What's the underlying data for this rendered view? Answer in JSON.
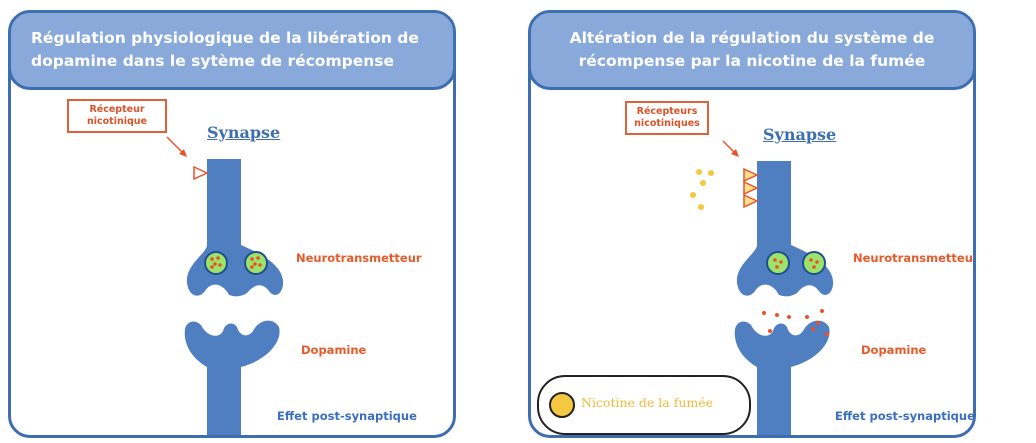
{
  "left_panel": {
    "title": "Régulation physiologique de la libération de dopamine dans le sytème de récompense",
    "receptor_label": "Récepteur nicotinique",
    "synapse_label": "Synapse",
    "neurotransmitter_label": "Neurotransmetteur",
    "dopamine_label": "Dopamine",
    "effect_label": "Effet post-synaptique"
  },
  "right_panel": {
    "title": "Altération de la régulation du système de récompense par la nicotine de la fumée",
    "receptor_label": "Récepteurs nicotiniques",
    "synapse_label": "Synapse",
    "neurotransmitter_label": "Neurotransmetteur",
    "dopamine_label": "Dopamine",
    "effect_label": "Effet post-synaptique",
    "legend_label": "Nicotine de la fumée"
  },
  "colors": {
    "neuron": "#4f7fc0",
    "header_bg": "#89a9da",
    "border": "#3d6fb0",
    "vesicle": "#9be36a",
    "dopamine_dot": "#e8542a",
    "nicotine": "#f5c842",
    "label_red": "#e85a2a",
    "label_blue": "#3a6fc0"
  }
}
